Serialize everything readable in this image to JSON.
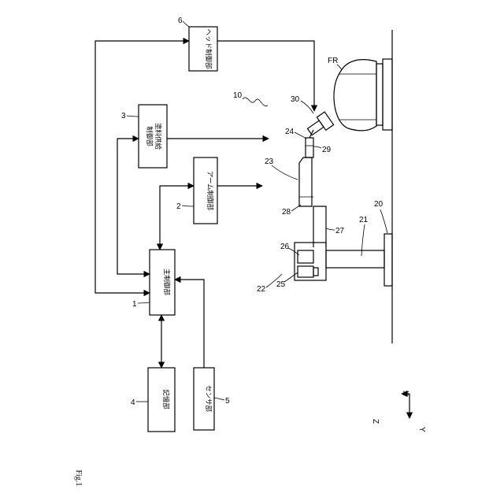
{
  "figure_label": "Fig.1",
  "blocks": {
    "main_control": {
      "ref": "1",
      "label": "主制御部"
    },
    "arm_control": {
      "ref": "2",
      "label": "アーム制御部"
    },
    "paint_supply_control": {
      "ref": "3",
      "label_line1": "塗料供給",
      "label_line2": "制御部"
    },
    "storage": {
      "ref": "4",
      "label": "記憶部"
    },
    "sensor": {
      "ref": "5",
      "label": "センサ部"
    },
    "head_control": {
      "ref": "6",
      "label": "ヘッド制御部"
    }
  },
  "refs": {
    "system": "10",
    "base": "20",
    "pillar": "21",
    "robot": "22",
    "arm": "23",
    "head_link": "24",
    "joint_25": "25",
    "joint_26": "26",
    "arm_27": "27",
    "arm_28": "28",
    "joint_29": "29",
    "head": "30",
    "vehicle": "FR"
  },
  "axes": {
    "x": "X",
    "y": "Y",
    "z": "Z"
  }
}
